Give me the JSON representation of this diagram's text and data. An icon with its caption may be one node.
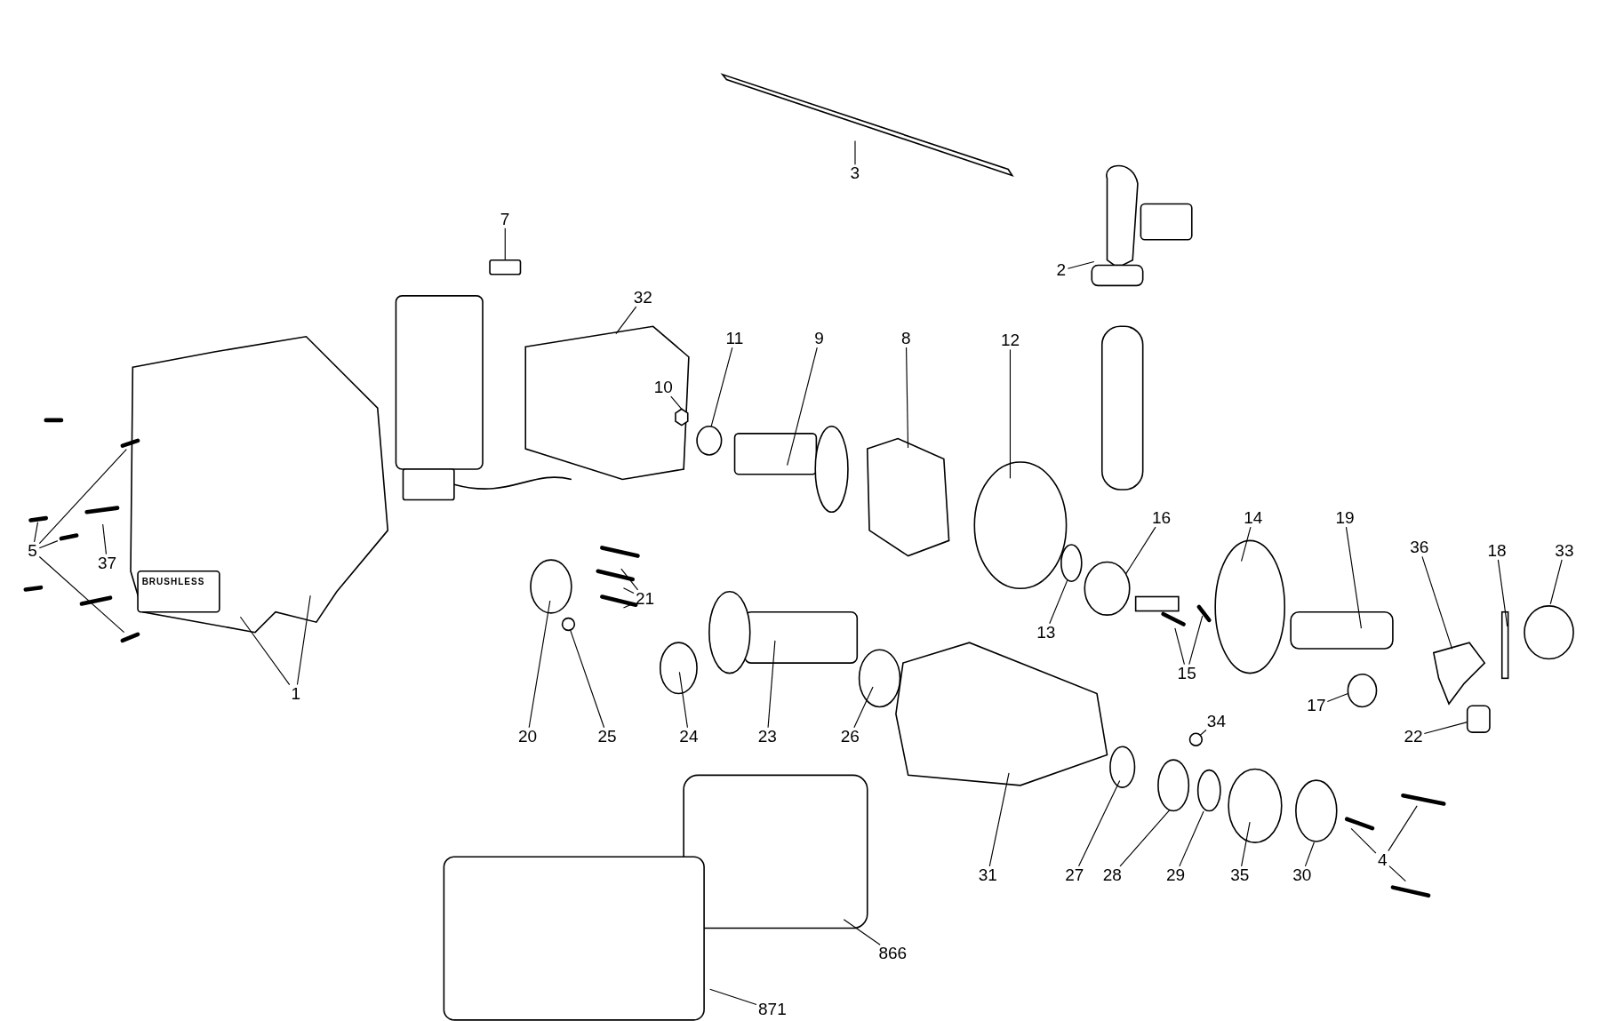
{
  "diagram": {
    "nodes": [
      {
        "text": [
          "3"
        ]
      },
      {
        "text": [
          "7"
        ]
      },
      {
        "text": [
          "2"
        ]
      },
      {
        "text": [
          "32"
        ]
      },
      {
        "text": [
          "11"
        ]
      },
      {
        "text": [
          "9"
        ]
      },
      {
        "text": [
          "8"
        ]
      },
      {
        "text": [
          "12"
        ]
      },
      {
        "text": [
          "10"
        ]
      },
      {
        "text": [
          "16"
        ]
      },
      {
        "text": [
          "14"
        ]
      },
      {
        "text": [
          "19"
        ]
      },
      {
        "text": [
          "36"
        ]
      },
      {
        "text": [
          "18"
        ]
      },
      {
        "text": [
          "33"
        ]
      },
      {
        "text": [
          "5"
        ]
      },
      {
        "text": [
          "37"
        ]
      },
      {
        "text": [
          "21"
        ]
      },
      {
        "text": [
          "13"
        ]
      },
      {
        "text": [
          "15"
        ]
      },
      {
        "text": [
          "1"
        ]
      },
      {
        "text": [
          "17"
        ]
      },
      {
        "text": [
          "20"
        ]
      },
      {
        "text": [
          "25"
        ]
      },
      {
        "text": [
          "24"
        ]
      },
      {
        "text": [
          "23"
        ]
      },
      {
        "text": [
          "26"
        ]
      },
      {
        "text": [
          "34"
        ]
      },
      {
        "text": [
          "22"
        ]
      },
      {
        "text": [
          "4"
        ]
      },
      {
        "text": [
          "31"
        ]
      },
      {
        "text": [
          "27"
        ]
      },
      {
        "text": [
          "28"
        ]
      },
      {
        "text": [
          "29"
        ]
      },
      {
        "text": [
          "35"
        ]
      },
      {
        "text": [
          "30"
        ]
      },
      {
        "text": [
          "866"
        ]
      },
      {
        "text": [
          "871"
        ]
      },
      {
        "text": [],
        "shape": "box"
      },
      {
        "text": [],
        "shape": "circle"
      },
      {
        "text": [],
        "shape": "hexagon"
      },
      {
        "text": [],
        "shape": "circle"
      },
      {
        "text": [],
        "shape": "circle"
      },
      {
        "text": [],
        "shape": "circle"
      },
      {
        "text": [],
        "shape": "circle"
      },
      {
        "text": [],
        "shape": "cylinder"
      }
    ],
    "edges": [
      {
        "from": 0,
        "to": null,
        "arrow": "none"
      },
      {
        "from": 1,
        "to": 38,
        "arrow": "none"
      },
      {
        "from": 2,
        "to": null,
        "arrow": "none"
      },
      {
        "from": 3,
        "to": null,
        "arrow": "none"
      },
      {
        "from": 4,
        "to": 41,
        "arrow": "none"
      },
      {
        "from": 5,
        "to": null,
        "arrow": "none"
      },
      {
        "from": 6,
        "to": null,
        "arrow": "none"
      },
      {
        "from": 7,
        "to": null,
        "arrow": "none"
      },
      {
        "from": 8,
        "to": 40,
        "arrow": "none"
      },
      {
        "from": 9,
        "to": null,
        "arrow": "none"
      },
      {
        "from": 10,
        "to": null,
        "arrow": "none"
      },
      {
        "from": 11,
        "to": null,
        "arrow": "none"
      },
      {
        "from": 12,
        "to": null,
        "arrow": "none"
      },
      {
        "from": 13,
        "to": null,
        "arrow": "none"
      },
      {
        "from": 14,
        "to": null,
        "arrow": "none"
      },
      {
        "from": 15,
        "to": null,
        "arrow": "none"
      },
      {
        "from": 15,
        "to": null,
        "arrow": "none"
      },
      {
        "from": 15,
        "to": null,
        "arrow": "none"
      },
      {
        "from": 15,
        "to": null,
        "arrow": "none"
      },
      {
        "from": 16,
        "to": null,
        "arrow": "none"
      },
      {
        "from": 17,
        "to": null,
        "arrow": "none"
      },
      {
        "from": 17,
        "to": null,
        "arrow": "none"
      },
      {
        "from": 17,
        "to": null,
        "arrow": "none"
      },
      {
        "from": 18,
        "to": 42,
        "arrow": "none"
      },
      {
        "from": 19,
        "to": null,
        "arrow": "none"
      },
      {
        "from": 19,
        "to": null,
        "arrow": "none"
      },
      {
        "from": 20,
        "to": null,
        "arrow": "none"
      },
      {
        "from": 20,
        "to": null,
        "arrow": "none"
      },
      {
        "from": 21,
        "to": 44,
        "arrow": "none"
      },
      {
        "from": 22,
        "to": null,
        "arrow": "none"
      },
      {
        "from": 23,
        "to": 39,
        "arrow": "none"
      },
      {
        "from": 24,
        "to": null,
        "arrow": "none"
      },
      {
        "from": 25,
        "to": null,
        "arrow": "none"
      },
      {
        "from": 26,
        "to": null,
        "arrow": "none"
      },
      {
        "from": 27,
        "to": 43,
        "arrow": "none"
      },
      {
        "from": 28,
        "to": 45,
        "arrow": "none"
      },
      {
        "from": 29,
        "to": null,
        "arrow": "none"
      },
      {
        "from": 29,
        "to": null,
        "arrow": "none"
      },
      {
        "from": 29,
        "to": null,
        "arrow": "none"
      },
      {
        "from": 30,
        "to": null,
        "arrow": "none"
      },
      {
        "from": 31,
        "to": null,
        "arrow": "none"
      },
      {
        "from": 32,
        "to": null,
        "arrow": "none"
      },
      {
        "from": 33,
        "to": null,
        "arrow": "none"
      },
      {
        "from": 34,
        "to": null,
        "arrow": "none"
      },
      {
        "from": 35,
        "to": null,
        "arrow": "none"
      },
      {
        "from": 36,
        "to": null,
        "arrow": "none"
      },
      {
        "from": 37,
        "to": null,
        "arrow": "none"
      }
    ],
    "labels": [
      "BRUSHLESS"
    ]
  }
}
